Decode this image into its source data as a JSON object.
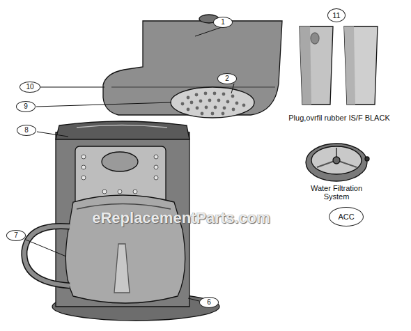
{
  "diagram": {
    "nodes": [
      {
        "text": [
          "11"
        ]
      },
      {
        "text": [
          "1"
        ]
      },
      {
        "text": [
          "2"
        ]
      },
      {
        "text": [
          "10"
        ]
      },
      {
        "text": [
          "9"
        ]
      },
      {
        "text": [
          "8"
        ]
      },
      {
        "text": [
          "ACC"
        ]
      },
      {
        "text": [
          "7"
        ]
      },
      {
        "text": [
          "6"
        ]
      }
    ],
    "labels": [
      "Plug,ovrfil rubber IS/F BLACK",
      "Water Filtration System",
      "eReplacementParts.com"
    ]
  }
}
